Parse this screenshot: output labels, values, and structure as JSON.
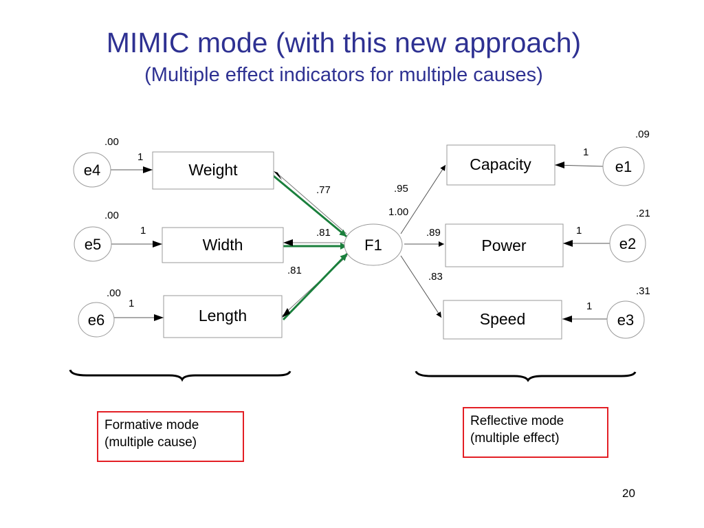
{
  "slide": {
    "title": "MIMIC mode (with this new approach)",
    "subtitle": "(Multiple effect indicators for multiple causes)",
    "page_number": "20"
  },
  "colors": {
    "title": "#2e3192",
    "formative_path": "#1a7f3c",
    "mode_box_border": "#e31e24",
    "line": "#000000",
    "node_border": "#999999"
  },
  "latent": {
    "label": "F1"
  },
  "formative": {
    "indicators": [
      {
        "label": "Weight",
        "error": "e4",
        "error_loading": "1",
        "variance": ".00",
        "path": ".77"
      },
      {
        "label": "Width",
        "error": "e5",
        "error_loading": "1",
        "variance": ".00",
        "path": ".81"
      },
      {
        "label": "Length",
        "error": "e6",
        "error_loading": "1",
        "variance": ".00",
        "path": ".81"
      }
    ],
    "mode_label_line1": "Formative mode",
    "mode_label_line2": "(multiple cause)"
  },
  "reflective": {
    "indicators": [
      {
        "label": "Capacity",
        "error": "e1",
        "error_loading": "1",
        "variance": ".09",
        "loading": ".95"
      },
      {
        "label": "Power",
        "error": "e2",
        "error_loading": "1",
        "variance": ".21",
        "loading": ".89"
      },
      {
        "label": "Speed",
        "error": "e3",
        "error_loading": "1",
        "variance": ".31",
        "loading": ".83"
      }
    ],
    "fixed_loading": "1.00",
    "mode_label_line1": "Reflective mode",
    "mode_label_line2": "(multiple effect)"
  }
}
